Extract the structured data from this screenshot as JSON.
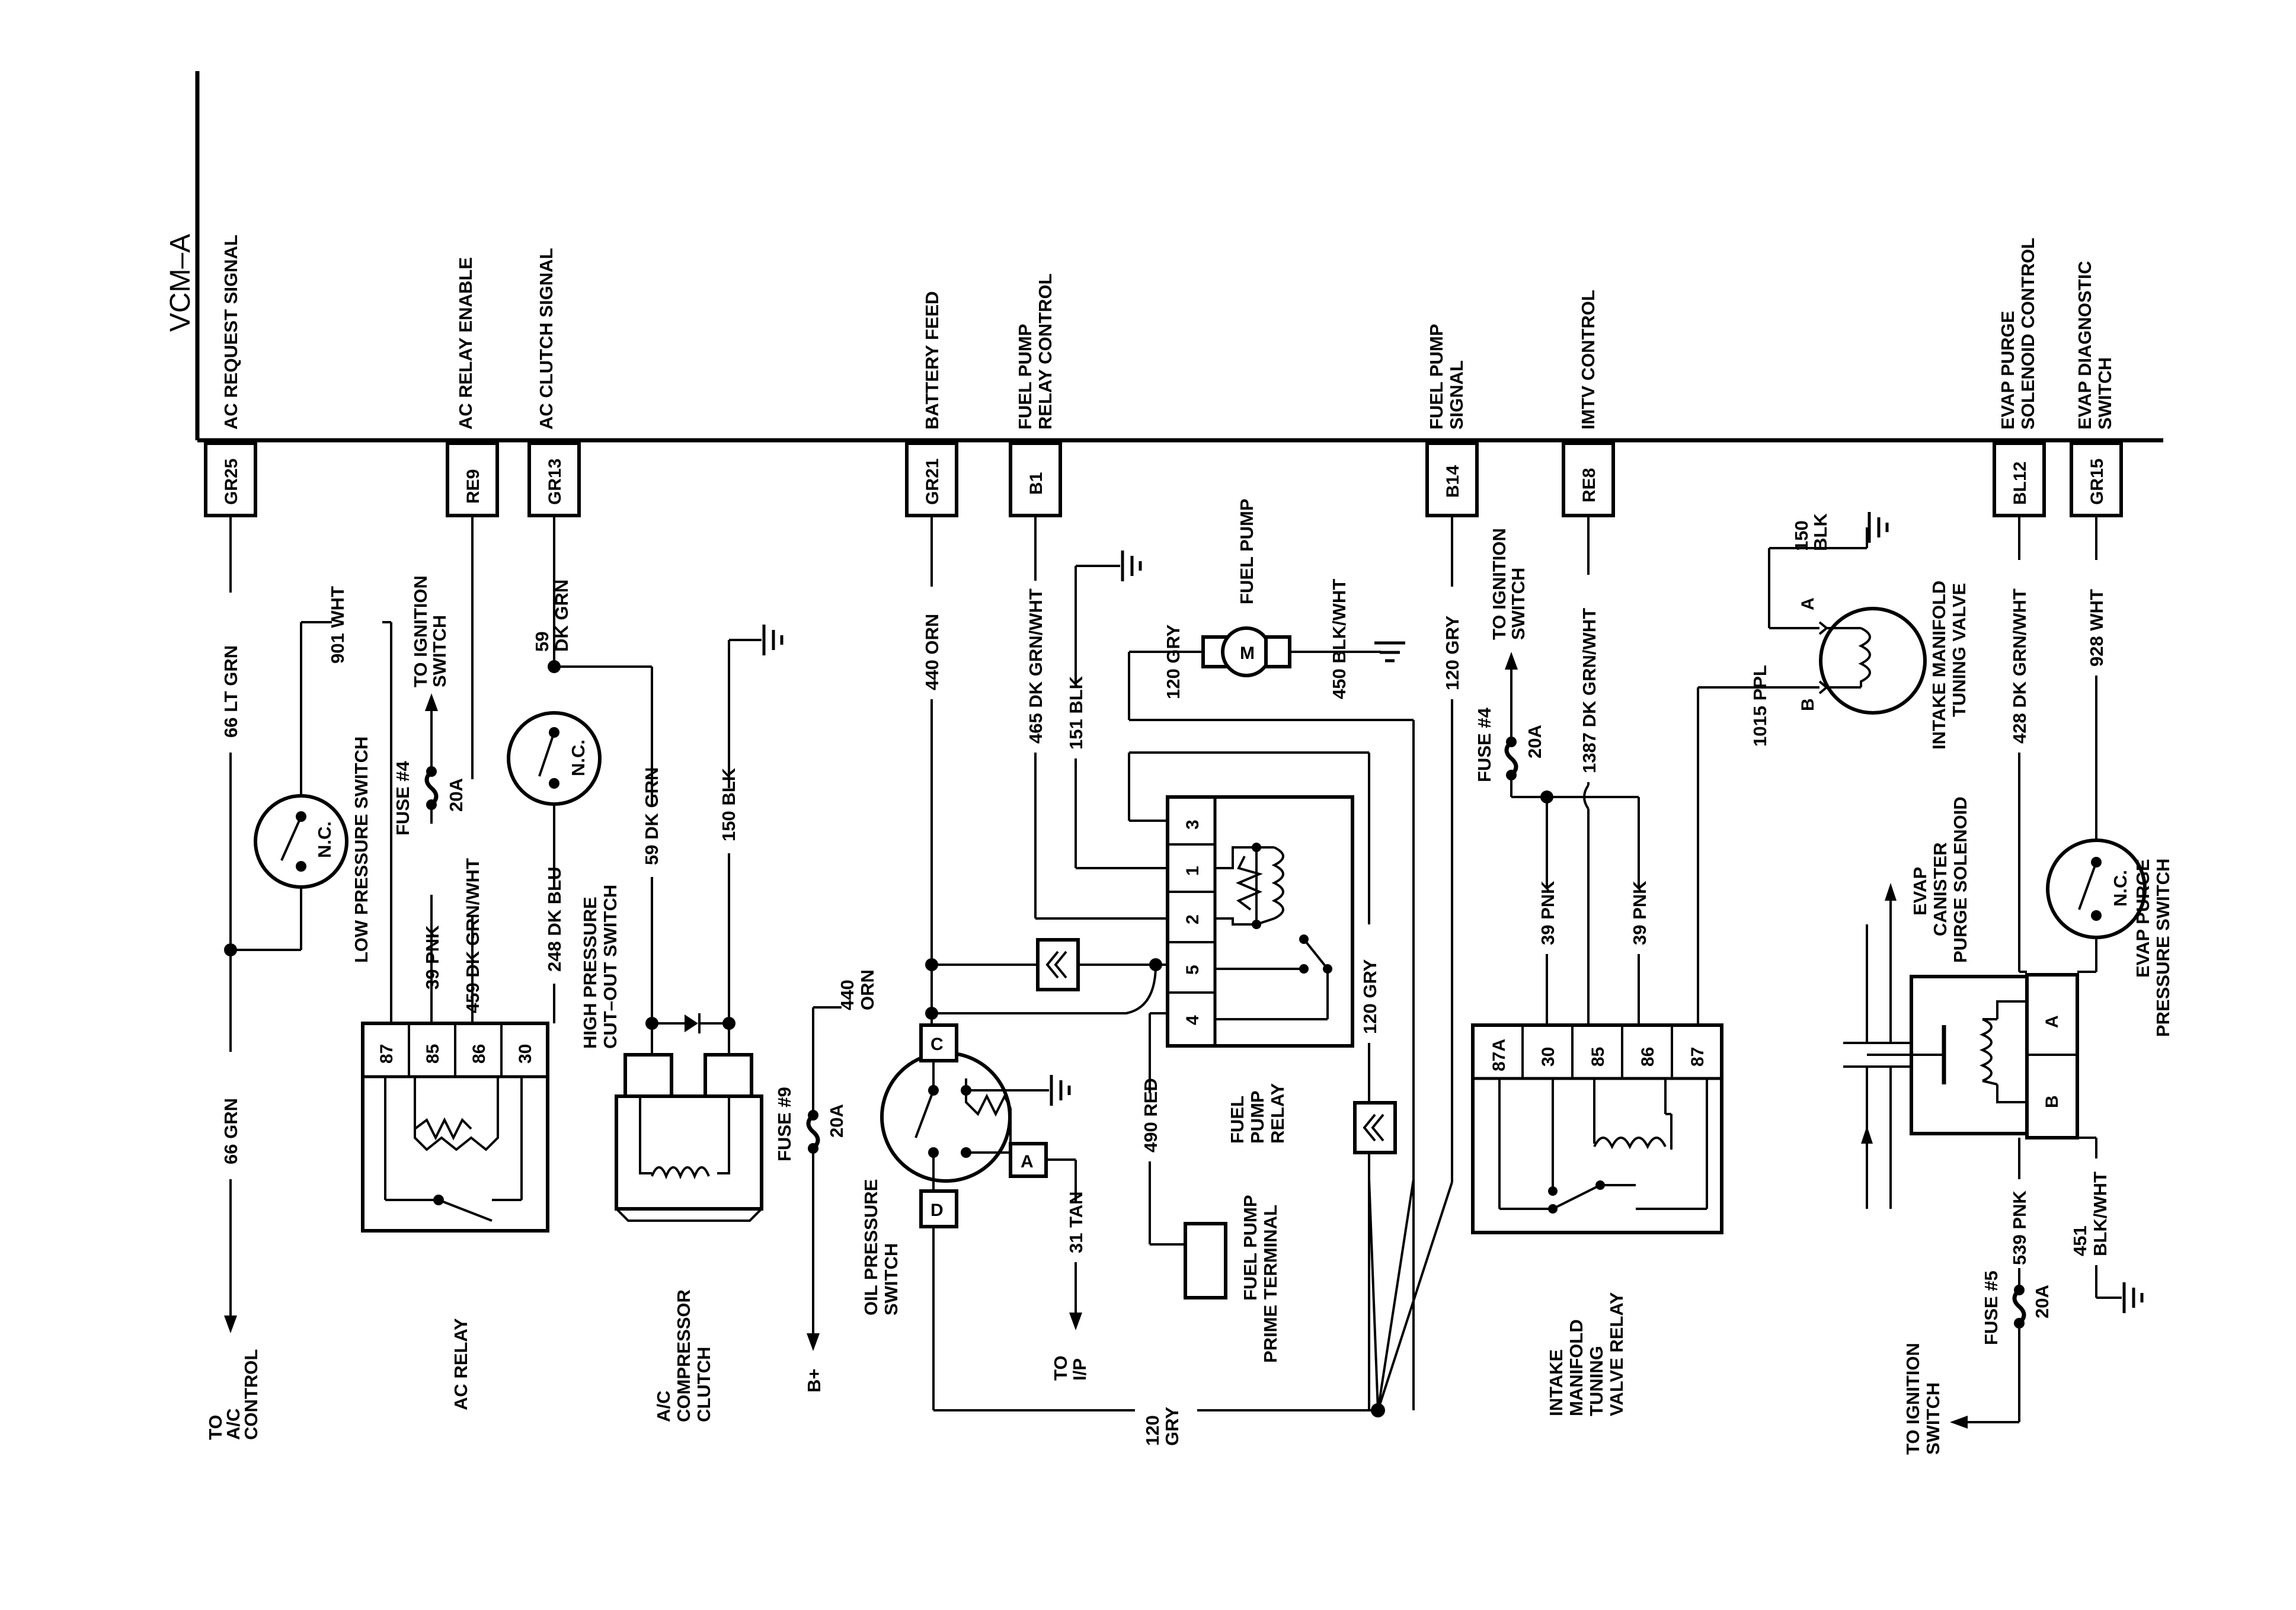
{
  "module": {
    "title": "VCM–A"
  },
  "pins": [
    {
      "id": "GR25",
      "signal": "AC REQUEST SIGNAL",
      "signal2": ""
    },
    {
      "id": "RE9",
      "signal": "AC RELAY ENABLE",
      "signal2": ""
    },
    {
      "id": "GR13",
      "signal": "AC CLUTCH SIGNAL",
      "signal2": ""
    },
    {
      "id": "GR21",
      "signal": "BATTERY FEED",
      "signal2": ""
    },
    {
      "id": "B1",
      "signal": "FUEL PUMP",
      "signal2": "RELAY CONTROL"
    },
    {
      "id": "B14",
      "signal": "FUEL PUMP",
      "signal2": "SIGNAL"
    },
    {
      "id": "RE8",
      "signal": "IMTV CONTROL",
      "signal2": ""
    },
    {
      "id": "BL12",
      "signal": "EVAP PURGE",
      "signal2": "SOLENOID CONTROL"
    },
    {
      "id": "GR15",
      "signal": "EVAP DIAGNOSTIC",
      "signal2": "SWITCH"
    }
  ],
  "wires": {
    "w66ltgrn": "66 LT GRN",
    "w901wht": "901 WHT",
    "w66grn": "66 GRN",
    "w39pnk": "39 PNK",
    "w459": "459 DK GRN/WHT",
    "w248": "248 DK BLU",
    "w59a": "59",
    "w59b": "DK GRN",
    "w59c": "59 DK GRN",
    "w150blk": "150 BLK",
    "w440": "440 ORN",
    "w440a": "440",
    "w440b": "ORN",
    "w465": "465 DK GRN/WHT",
    "w151": "151 BLK",
    "w120gry": "120 GRY",
    "w450": "450 BLK/WHT",
    "w490": "490 RED",
    "w31": "31 TAN",
    "w120a": "120",
    "w120b": "GRY",
    "w1387": "1387 DK GRN/WHT",
    "w1015": "1015 PPL",
    "w150a": "150",
    "w150b": "BLK",
    "w428": "428 DK GRN/WHT",
    "w928": "928 WHT",
    "w539": "539 PNK",
    "w451a": "451",
    "w451b": "BLK/WHT"
  },
  "components": {
    "low_pressure_switch": "LOW PRESSURE SWITCH",
    "nc": "N.C.",
    "to_ignition_a": "TO IGNITION",
    "to_ignition_b": "SWITCH",
    "fuse4a": "FUSE #4",
    "fuse4b": "20A",
    "hps_a": "HIGH PRESSURE",
    "hps_b": "CUT–OUT SWITCH",
    "to_ac_a": "TO",
    "to_ac_b": "A/C",
    "to_ac_c": "CONTROL",
    "ac_relay": "AC RELAY",
    "ac_relay_pins": [
      "87",
      "85",
      "86",
      "30"
    ],
    "clutch_a": "A/C",
    "clutch_b": "COMPRESSOR",
    "clutch_c": "CLUTCH",
    "fuse9a": "FUSE #9",
    "fuse9b": "20A",
    "bplus": "B+",
    "ops_a": "OIL PRESSURE",
    "ops_b": "SWITCH",
    "ops_pins": [
      "C",
      "D",
      "A"
    ],
    "to_ip_a": "TO",
    "to_ip_b": "I/P",
    "prime_a": "FUEL PUMP",
    "prime_b": "PRIME TERMINAL",
    "fuel_pump": "FUEL PUMP",
    "motor": "M",
    "fpr_a": "FUEL",
    "fpr_b": "PUMP",
    "fpr_c": "RELAY",
    "fpr_pins": [
      "3",
      "1",
      "2",
      "5",
      "4"
    ],
    "imtv_relay_a": "INTAKE",
    "imtv_relay_b": "MANIFOLD",
    "imtv_relay_c": "TUNING",
    "imtv_relay_d": "VALVE RELAY",
    "imtv_pins": [
      "87A",
      "30",
      "85",
      "86",
      "87"
    ],
    "imtv_valve_a": "INTAKE MANIFOLD",
    "imtv_valve_b": "TUNING VALVE",
    "valve_pins": [
      "A",
      "B"
    ],
    "evap_sol_a": "EVAP",
    "evap_sol_b": "CANISTER",
    "evap_sol_c": "PURGE SOLENOID",
    "evap_sol_pins": [
      "A",
      "B"
    ],
    "evap_sw_a": "EVAP PURGE",
    "evap_sw_b": "PRESSURE SWITCH",
    "fuse5a": "FUSE #5",
    "fuse5b": "20A"
  }
}
